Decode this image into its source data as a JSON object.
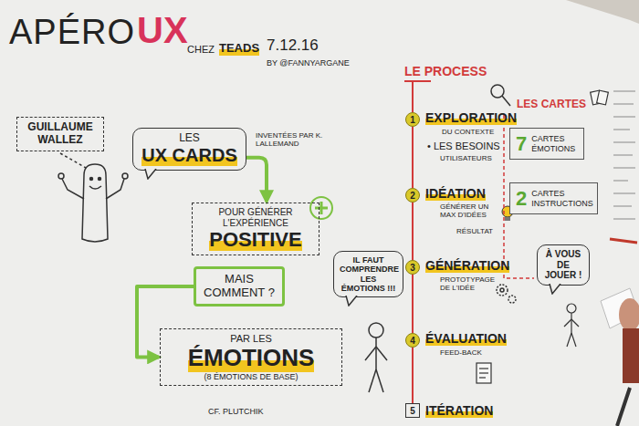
{
  "diagram": {
    "title": "APÉRO",
    "nodes": [
      {
        "text": [
          "GUILLAUME WALLEZ"
        ]
      },
      {
        "text": [
          "LES",
          "UX CARDS"
        ]
      },
      {
        "text": [
          "POUR GÉNÉRER L'EXPÉRIENCE",
          "POSITIVE"
        ]
      },
      {
        "text": [
          "MAIS COMMENT ?"
        ]
      },
      {
        "text": [
          "PAR LES",
          "ÉMOTIONS",
          "(8 ÉMOTIONS DE BASE)"
        ]
      },
      {
        "text": [
          "IL FAUT COMPRENDRE LES ÉMOTIONS !!!"
        ]
      },
      {
        "text": [
          "1"
        ]
      },
      {
        "text": [
          "2"
        ]
      },
      {
        "text": [
          "3"
        ]
      },
      {
        "text": [
          "4"
        ]
      },
      {
        "text": [
          "5"
        ]
      },
      {
        "text": [
          "7",
          "CARTES ÉMOTIONS"
        ]
      },
      {
        "text": [
          "2",
          "CARTES INSTRUCTIONS"
        ]
      },
      {
        "text": [
          "À VOUS DE JOUER !"
        ]
      }
    ],
    "edges": [
      {
        "from": 1,
        "to": 2,
        "arrow": "to"
      },
      {
        "from": 3,
        "to": 4,
        "arrow": "to"
      },
      {
        "from": 6,
        "to": 7,
        "arrow": "none"
      },
      {
        "from": 7,
        "to": 8,
        "arrow": "none"
      },
      {
        "from": 8,
        "to": 9,
        "arrow": "none"
      },
      {
        "from": 9,
        "to": 10,
        "arrow": "none"
      }
    ],
    "labels": [
      "UX",
      "CHEZ",
      "TEADS",
      "7.12.16",
      "BY @FANNYARGANE",
      "INVENTÉES PAR K. LALLEMAND",
      "CF. PLUTCHIK",
      "LE PROCESS",
      "EXPLORATION",
      "DU CONTEXTE",
      "• LES BESOINS",
      "UTILISATEURS",
      "IDÉATION",
      "GÉNÉRER UN MAX D'IDÉES",
      "RÉSULTAT",
      "GÉNÉRATION",
      "PROTOTYPAGE DE L'IDÉE",
      "ÉVALUATION",
      "FEED-BACK",
      "ITÉRATION",
      "LES CARTES"
    ]
  }
}
